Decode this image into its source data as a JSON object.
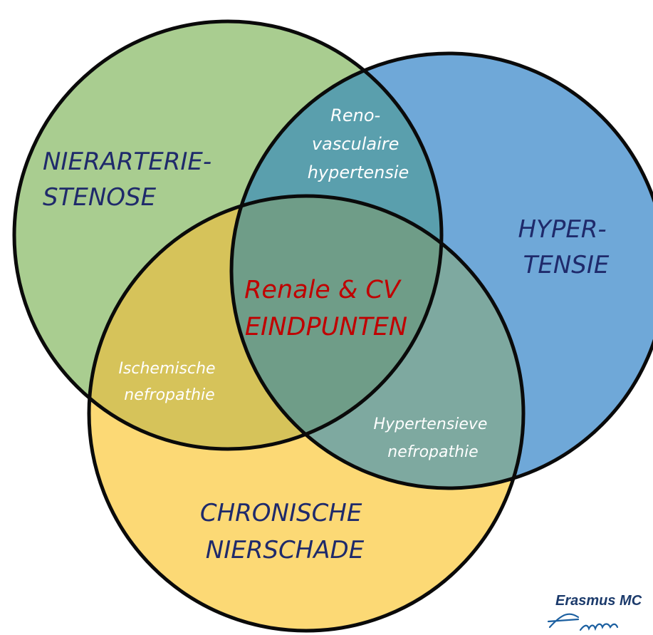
{
  "circles": {
    "stenosis": {
      "label_lines": [
        "NIERARTERIE-",
        "STENOSE"
      ],
      "fill": "#a9cd90",
      "text_color": "#1f2a6b"
    },
    "hypertension": {
      "label_lines": [
        "HYPER-",
        "TENSIE"
      ],
      "fill": "#6fa8d8",
      "text_color": "#1f2a6b"
    },
    "ckd": {
      "label_lines": [
        "CHRONISCHE",
        "NIERSCHADE"
      ],
      "fill": "#fcd975",
      "text_color": "#1f2a6b"
    }
  },
  "intersections": {
    "stenosis_hypertension": [
      "Reno-",
      "vasculaire",
      "hypertensie"
    ],
    "stenosis_ckd": [
      "Ischemische",
      "nefropathie"
    ],
    "hypertension_ckd": [
      "Hypertensieve",
      "nefropathie"
    ],
    "center": [
      "Renale & CV",
      "EINDPUNTEN"
    ]
  },
  "colors": {
    "intersection_text": "#ffffff",
    "center_text": "#c00000",
    "outline": "#0a0a0a"
  },
  "logo": {
    "name": "Erasmus MC",
    "signature": "Zafus"
  }
}
